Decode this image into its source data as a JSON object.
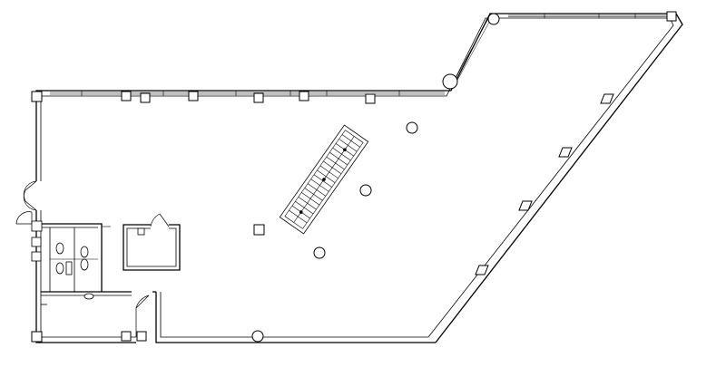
{
  "plan": {
    "type": "architectural-floor-plan",
    "labels": [],
    "elements": [
      "exterior-walls",
      "window-glazing",
      "structural-columns",
      "round-columns",
      "escalator",
      "core-room",
      "restrooms",
      "storage-room",
      "doors"
    ]
  }
}
